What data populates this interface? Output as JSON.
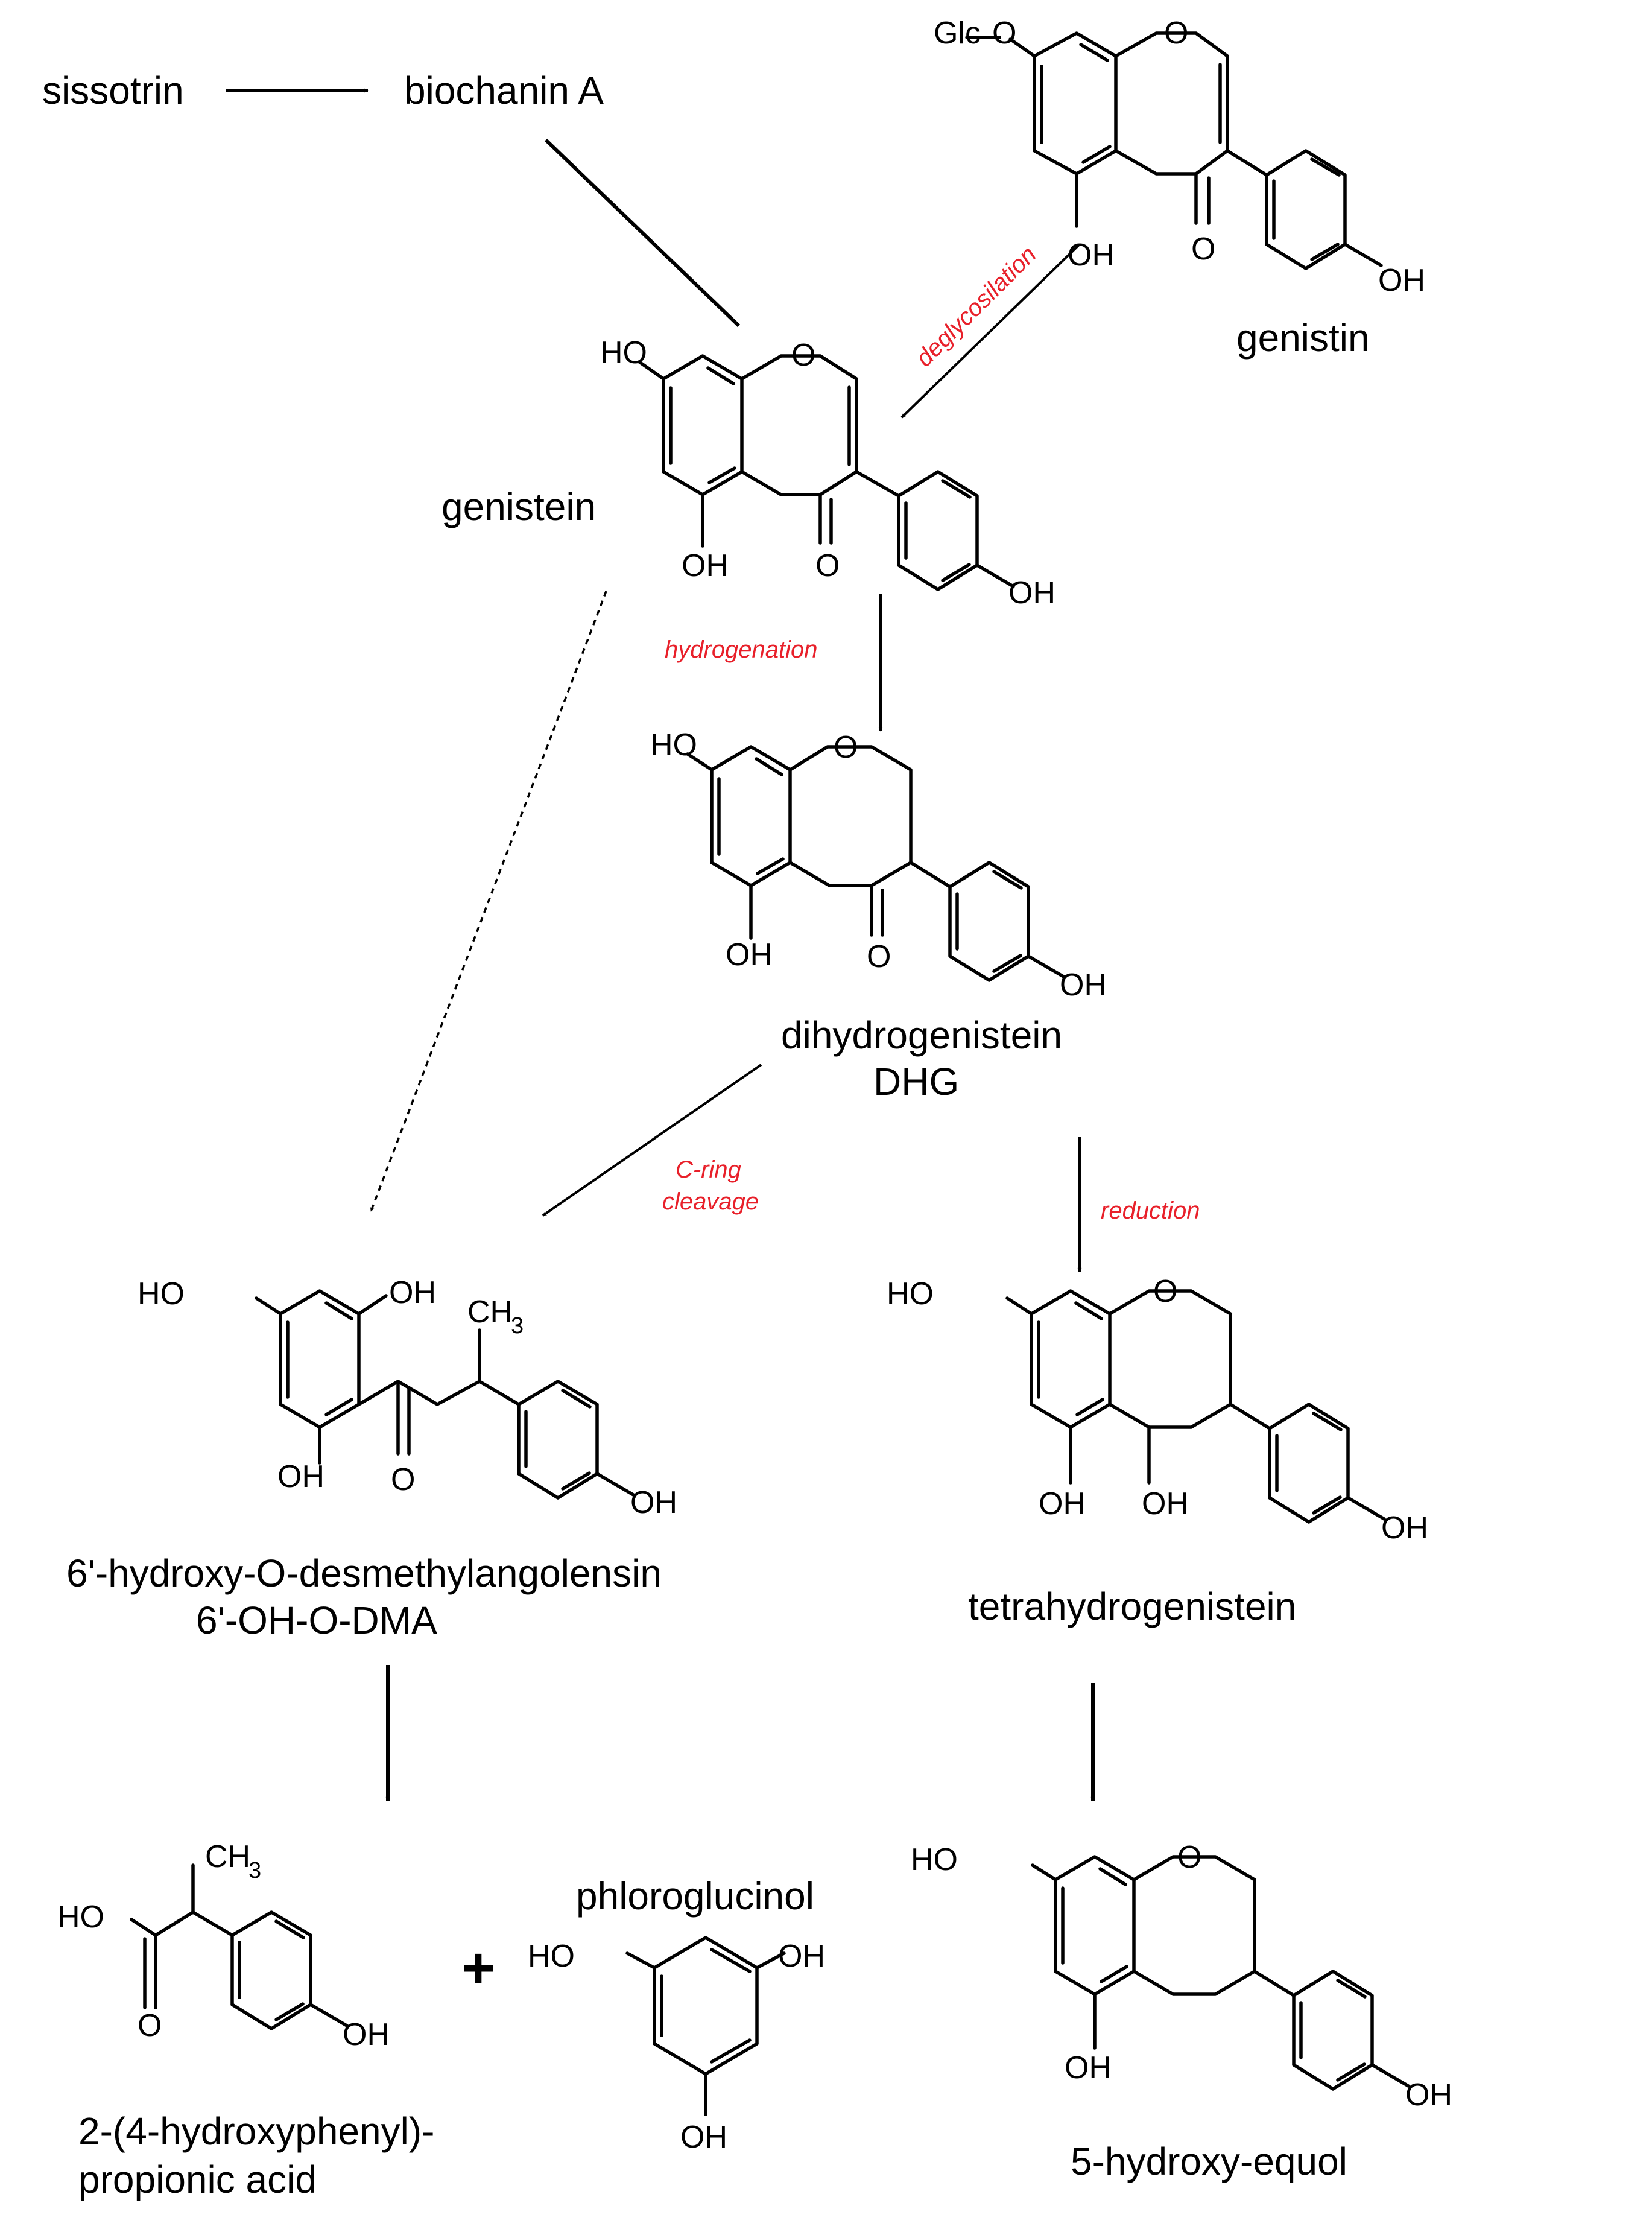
{
  "compounds": {
    "sissotrin": "sissotrin",
    "biochanin_a": "biochanin A",
    "genistin": "genistin",
    "genistein": "genistein",
    "dihydrogenistein": "dihydrogenistein",
    "dhg": "DHG",
    "hydroxy_desmethylangolensin": "6'-hydroxy-O-desmethylangolensin",
    "oh_o_dma": "6'-OH-O-DMA",
    "tetrahydrogenistein": "tetrahydrogenistein",
    "phenylpropionic_line1": "2-(4-hydroxyphenyl)-",
    "phenylpropionic_line2": "propionic acid",
    "phloroglucinol": "phloroglucinol",
    "hydroxy_equol": "5-hydroxy-equol"
  },
  "reactions": {
    "deglycosilation": "deglycosilation",
    "hydrogenation": "hydrogenation",
    "c_ring_1": "C-ring",
    "c_ring_2": "cleavage",
    "reduction": "reduction"
  },
  "atoms": {
    "oh": "OH",
    "ho": "HO",
    "o": "O",
    "glc": "Glc",
    "ch": "CH",
    "three": "3",
    "plus": "+"
  },
  "colors": {
    "reaction_label": "#e8202a",
    "structure": "#000000"
  }
}
